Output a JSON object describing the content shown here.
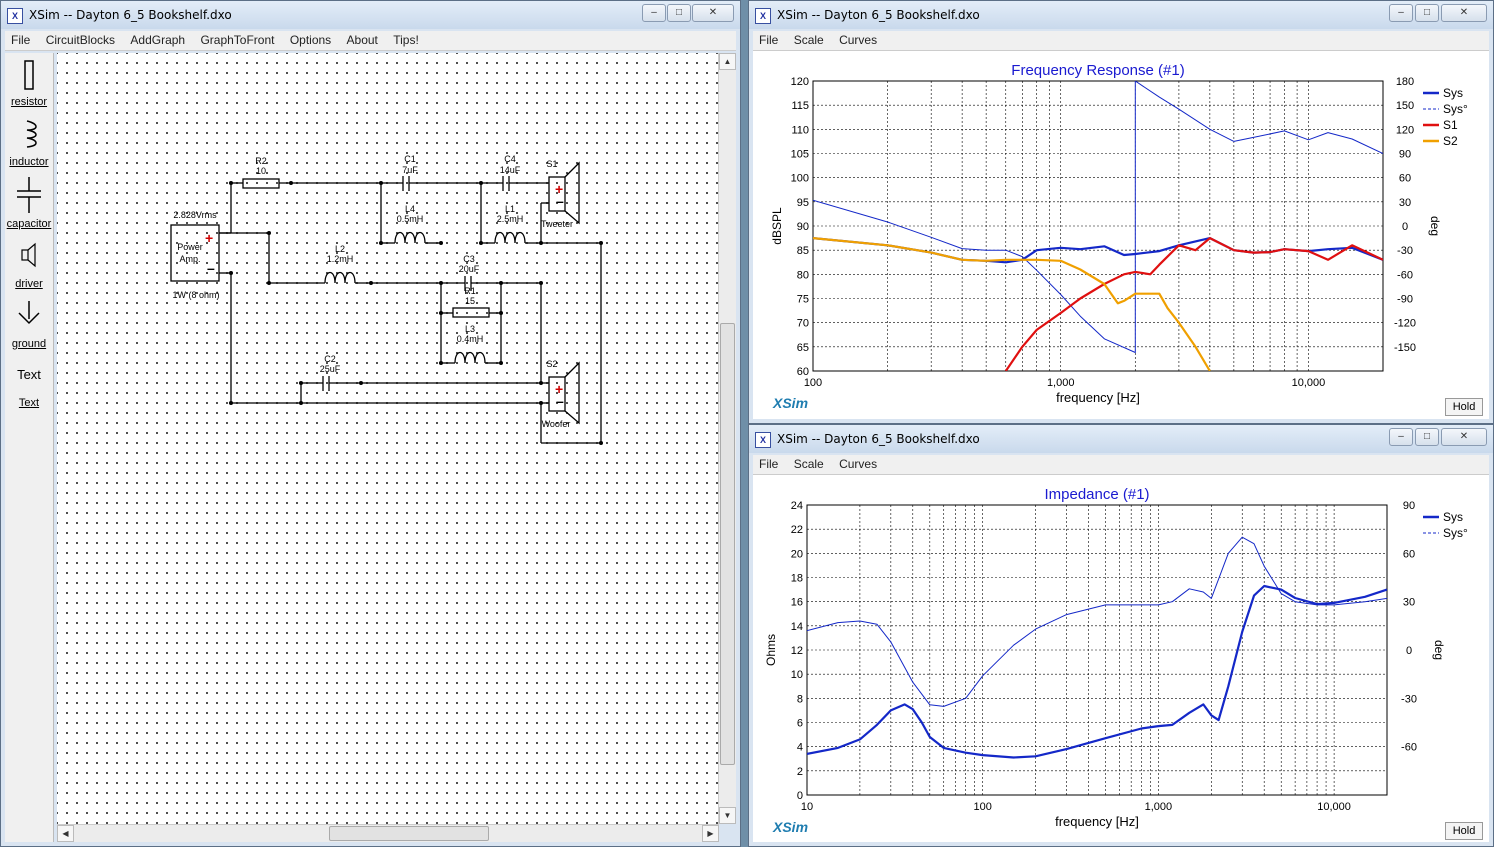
{
  "circuit_window": {
    "title": "XSim -- Dayton 6_5 Bookshelf.dxo",
    "menu": [
      "File",
      "CircuitBlocks",
      "AddGraph",
      "GraphToFront",
      "Options",
      "About",
      "Tips!"
    ],
    "palette": [
      "resistor",
      "inductor",
      "capacitor",
      "driver",
      "ground",
      "Text",
      "Text"
    ],
    "components": {
      "r2_name": "R2",
      "r2_val": "10",
      "c1_name": "C1",
      "c1_val": "7uF",
      "c4_name": "C4",
      "c4_val": "14uF",
      "s1_name": "S1",
      "tweeter": "Tweeter",
      "l4_name": "L4",
      "l4_val": "0.5mH",
      "l1_name": "L1",
      "l1_val": "2.5mH",
      "source_v": "2.828Vrms",
      "amp_l1": "Power",
      "amp_l2": "Amp.",
      "amp_power": "1W (8 ohm)",
      "l2_name": "L2",
      "l2_val": "1.2mH",
      "c3_name": "C3",
      "c3_val": "20uF",
      "r1_name": "R1",
      "r1_val": "15",
      "l3_name": "L3",
      "l3_val": "0.4mH",
      "c2_name": "C2",
      "c2_val": "25uF",
      "s2_name": "S2",
      "woofer": "Woofer"
    }
  },
  "freq_window": {
    "title": "XSim -- Dayton 6_5 Bookshelf.dxo",
    "menu": [
      "File",
      "Scale",
      "Curves"
    ],
    "hold_label": "Hold",
    "brand": "XSim"
  },
  "imp_window": {
    "title": "XSim -- Dayton 6_5 Bookshelf.dxo",
    "menu": [
      "File",
      "Scale",
      "Curves"
    ],
    "hold_label": "Hold",
    "brand": "XSim"
  },
  "chart_data": [
    {
      "type": "line",
      "title": "Frequency Response (#1)",
      "xlabel": "frequency [Hz]",
      "ylabel": "dBSPL",
      "y2label": "deg",
      "xscale": "log",
      "xlim": [
        100,
        20000
      ],
      "ylim": [
        60,
        120
      ],
      "y2lim": [
        -180,
        180
      ],
      "xticks": [
        "100",
        "1,000",
        "10,000"
      ],
      "yticks": [
        "60",
        "65",
        "70",
        "75",
        "80",
        "85",
        "90",
        "95",
        "100",
        "105",
        "110",
        "115",
        "120"
      ],
      "y2ticks": [
        "180",
        "150",
        "120",
        "90",
        "60",
        "30",
        "0",
        "-30",
        "-60",
        "-90",
        "-120",
        "-150"
      ],
      "grid": true,
      "legend_position": "right",
      "colors": {
        "Sys": "#1428c8",
        "S1": "#e01010",
        "S2": "#f0a000"
      },
      "series": [
        {
          "name": "Sys",
          "axis": "left",
          "x": [
            100,
            200,
            300,
            400,
            500,
            600,
            700,
            800,
            1000,
            1200,
            1500,
            1800,
            2000,
            2500,
            3000,
            4000,
            5000,
            6000,
            7000,
            8000,
            10000,
            12000,
            15000,
            20000
          ],
          "values": [
            87.5,
            86,
            84.5,
            83,
            82.8,
            82.5,
            83,
            85,
            85.5,
            85.2,
            85.8,
            84,
            84.2,
            84.8,
            86,
            87.5,
            85,
            84.5,
            84.6,
            85.2,
            84.8,
            85.2,
            85.5,
            83
          ]
        },
        {
          "name": "Sys°",
          "axis": "right",
          "x": [
            100,
            200,
            300,
            400,
            500,
            600,
            700,
            800,
            1000,
            1200,
            1500,
            2000,
            2000.1,
            2500,
            3000,
            4000,
            5000,
            6000,
            8000,
            10000,
            12000,
            15000,
            20000
          ],
          "values": [
            32,
            5,
            -14,
            -28,
            -30,
            -30,
            -38,
            -55,
            -85,
            -112,
            -140,
            -157,
            180,
            160,
            145,
            120,
            105,
            110,
            118,
            107,
            116,
            108,
            90
          ]
        },
        {
          "name": "S1",
          "axis": "left",
          "x": [
            600,
            700,
            800,
            1000,
            1200,
            1500,
            1800,
            2000,
            2300,
            2500,
            3000,
            3500,
            4000,
            5000,
            6000,
            7000,
            8000,
            10000,
            12000,
            15000,
            20000
          ],
          "values": [
            60,
            65,
            68.5,
            72,
            75,
            78,
            80,
            80.5,
            80,
            82,
            86,
            85,
            87.5,
            85,
            84.5,
            84.6,
            85.2,
            84.8,
            83,
            86,
            83
          ]
        },
        {
          "name": "S2",
          "axis": "left",
          "x": [
            100,
            200,
            300,
            400,
            500,
            600,
            700,
            800,
            1000,
            1200,
            1500,
            1700,
            1800,
            2000,
            2300,
            2500,
            2700,
            3000,
            3500,
            4000
          ],
          "values": [
            87.5,
            86,
            84.5,
            83,
            82.8,
            83,
            83,
            83,
            82.8,
            81,
            78,
            74,
            74.5,
            76,
            76,
            76,
            73,
            70,
            65,
            60
          ]
        }
      ]
    },
    {
      "type": "line",
      "title": "Impedance (#1)",
      "xlabel": "frequency [Hz]",
      "ylabel": "Ohms",
      "y2label": "deg",
      "xscale": "log",
      "xlim": [
        10,
        20000
      ],
      "ylim": [
        0,
        24
      ],
      "y2lim": [
        -90,
        90
      ],
      "xticks": [
        "10",
        "100",
        "1,000",
        "10,000"
      ],
      "yticks": [
        "0",
        "2",
        "4",
        "6",
        "8",
        "10",
        "12",
        "14",
        "16",
        "18",
        "20",
        "22",
        "24"
      ],
      "y2ticks": [
        "90",
        "60",
        "30",
        "0",
        "-30",
        "-60"
      ],
      "grid": true,
      "legend_position": "right",
      "colors": {
        "Sys": "#1428c8"
      },
      "series": [
        {
          "name": "Sys",
          "axis": "left",
          "x": [
            10,
            15,
            20,
            25,
            30,
            36,
            40,
            45,
            50,
            60,
            80,
            100,
            150,
            200,
            300,
            500,
            800,
            1000,
            1200,
            1500,
            1800,
            2000,
            2200,
            2500,
            3000,
            3500,
            4000,
            5000,
            6000,
            8000,
            10000,
            15000,
            20000
          ],
          "values": [
            3.4,
            3.9,
            4.6,
            5.8,
            7,
            7.5,
            7.1,
            6,
            4.8,
            3.9,
            3.5,
            3.3,
            3.1,
            3.2,
            3.8,
            4.7,
            5.5,
            5.7,
            5.8,
            6.8,
            7.5,
            6.6,
            6.2,
            9,
            13.5,
            16.5,
            17.3,
            17,
            16.3,
            15.8,
            15.9,
            16.4,
            17
          ]
        },
        {
          "name": "Sys°",
          "axis": "right",
          "x": [
            10,
            15,
            20,
            25,
            30,
            40,
            50,
            60,
            80,
            100,
            150,
            200,
            300,
            500,
            800,
            1000,
            1200,
            1500,
            1800,
            2000,
            2500,
            3000,
            3500,
            4000,
            5000,
            6000,
            8000,
            10000,
            15000,
            20000
          ],
          "values": [
            12,
            17,
            18,
            16,
            5,
            -20,
            -34,
            -35,
            -30,
            -16,
            3,
            13,
            22,
            28,
            28,
            28,
            30,
            38,
            36,
            32,
            60,
            70,
            66,
            52,
            35,
            30,
            28,
            28,
            30,
            32
          ]
        }
      ]
    }
  ]
}
